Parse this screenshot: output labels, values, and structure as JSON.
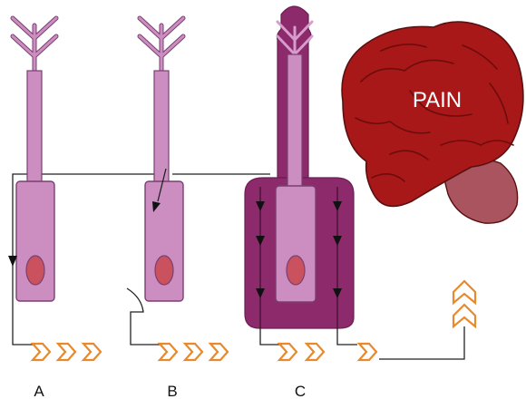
{
  "labels": {
    "a": "A",
    "b": "B",
    "c": "C",
    "brain": "PAIN"
  },
  "colors": {
    "light_cell": "#cc8ec0",
    "light_cell_stroke": "#7a3f70",
    "dark_cell": "#8c2a6c",
    "nucleus": "#c9525e",
    "brain": "#a81818",
    "brainstem": "#a9545e",
    "signal": "#e8892c"
  },
  "icons": {
    "signal": "chevron-icon",
    "arrow": "arrowhead-icon"
  }
}
